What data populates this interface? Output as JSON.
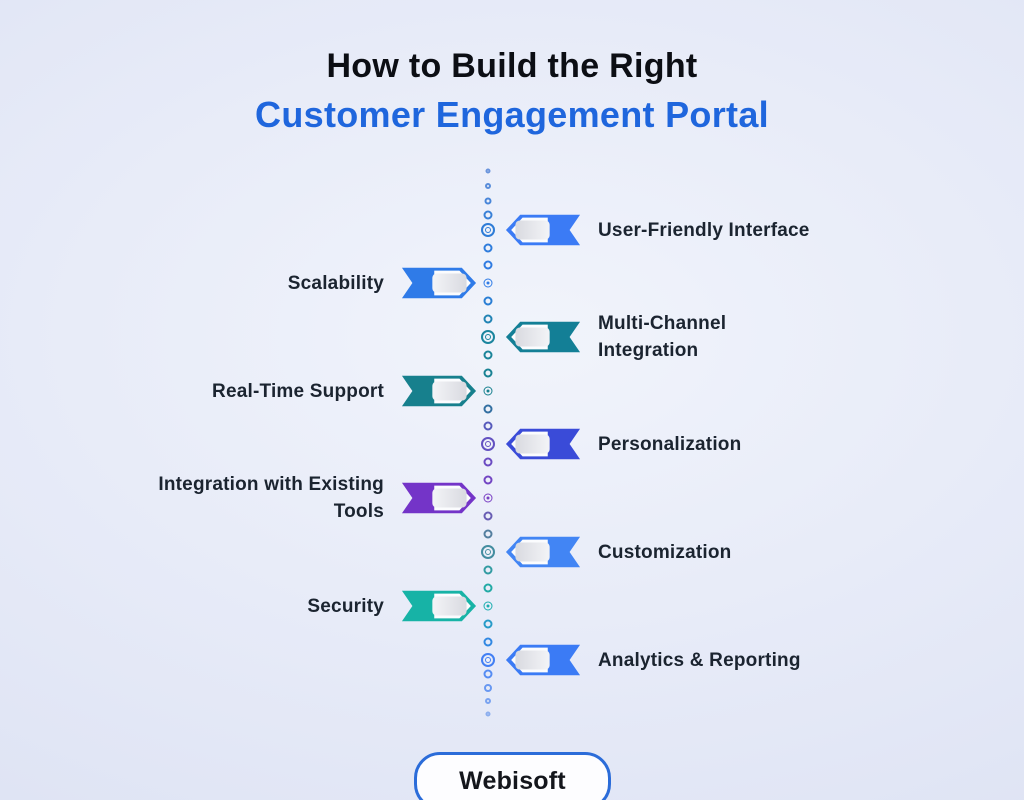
{
  "title": {
    "line1": "How to Build the Right",
    "line2": "Customer Engagement Portal"
  },
  "colors": {
    "title_accent": "#1F66DD",
    "label_text": "#1B2430",
    "badge_border": "#2B6CD9",
    "head_fill": "#FBFCFE",
    "head_rect_dark": "#D9DAE0",
    "head_rect_light": "#F3F4F7"
  },
  "items_left": [
    {
      "label": "Scalability",
      "color": "#2F7BE8"
    },
    {
      "label": "Real-Time Support",
      "color": "#17808D"
    },
    {
      "label": "Integration with Existing Tools",
      "color": "#7434C8"
    },
    {
      "label": "Security",
      "color": "#17B3A6"
    }
  ],
  "items_right": [
    {
      "label": "User-Friendly Interface",
      "color": "#3B7BF5"
    },
    {
      "label": "Multi-Channel Integration",
      "color": "#137F96"
    },
    {
      "label": "Personalization",
      "color": "#3A4BD8"
    },
    {
      "label": "Customization",
      "color": "#4285F4"
    },
    {
      "label": "Analytics & Reporting",
      "color": "#3B7BF5"
    }
  ],
  "timeline": {
    "gradient_stops": [
      [
        170,
        "#6B94DC"
      ],
      [
        225,
        "#2E7CD6"
      ],
      [
        290,
        "#2F7BE8"
      ],
      [
        330,
        "#1C86A0"
      ],
      [
        395,
        "#17808D"
      ],
      [
        430,
        "#5D55C0"
      ],
      [
        500,
        "#7B3FC4"
      ],
      [
        535,
        "#52809E"
      ],
      [
        600,
        "#17B3A6"
      ],
      [
        655,
        "#3B7BF5"
      ],
      [
        716,
        "#8FB0EE"
      ]
    ]
  },
  "footer": {
    "brand": "Webisoft"
  }
}
